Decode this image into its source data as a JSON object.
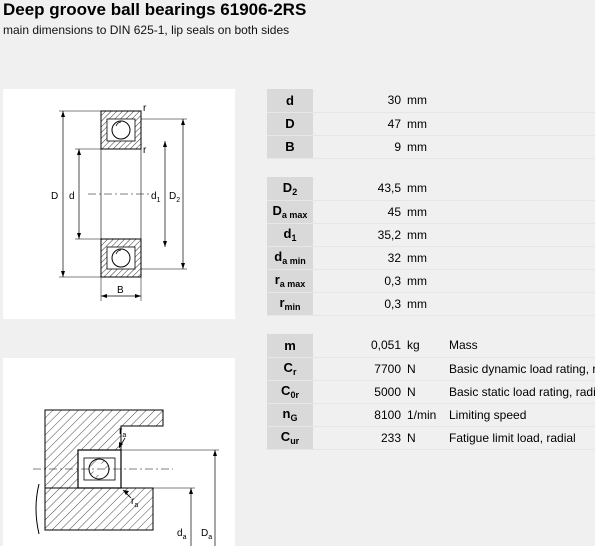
{
  "header": {
    "title": "Deep groove ball bearings 61906-2RS",
    "subtitle": "main dimensions to DIN 625-1, lip seals on both sides"
  },
  "drawing1": {
    "label_D": "D",
    "label_d": "d",
    "label_d1_base": "d",
    "label_d1_sub": "1",
    "label_D2_base": "D",
    "label_D2_sub": "2",
    "label_B": "B",
    "label_r_top": "r",
    "label_r_mid": "r"
  },
  "drawing2": {
    "label_ra_top_base": "r",
    "label_ra_top_sub": "a",
    "label_ra_bot_base": "r",
    "label_ra_bot_sub": "a",
    "label_da_base": "d",
    "label_da_sub": "a",
    "label_Da_base": "D",
    "label_Da_sub": "a"
  },
  "table_main": [
    {
      "sym": "d",
      "sub": "",
      "value": "30",
      "unit": "mm"
    },
    {
      "sym": "D",
      "sub": "",
      "value": "47",
      "unit": "mm"
    },
    {
      "sym": "B",
      "sub": "",
      "value": "9",
      "unit": "mm"
    }
  ],
  "table_mount": [
    {
      "sym": "D",
      "sub": "2",
      "value": "43,5",
      "unit": "mm"
    },
    {
      "sym": "D",
      "sub": "a max",
      "value": "45",
      "unit": "mm"
    },
    {
      "sym": "d",
      "sub": "1",
      "value": "35,2",
      "unit": "mm"
    },
    {
      "sym": "d",
      "sub": "a min",
      "value": "32",
      "unit": "mm"
    },
    {
      "sym": "r",
      "sub": "a max",
      "value": "0,3",
      "unit": "mm"
    },
    {
      "sym": "r",
      "sub": "min",
      "value": "0,3",
      "unit": "mm"
    }
  ],
  "table_load": [
    {
      "sym": "m",
      "sub": "",
      "value": "0,051",
      "unit": "kg",
      "desc": "Mass"
    },
    {
      "sym": "C",
      "sub": "r",
      "value": "7700",
      "unit": "N",
      "desc": "Basic dynamic load rating, radial"
    },
    {
      "sym": "C",
      "sub": "0r",
      "value": "5000",
      "unit": "N",
      "desc": "Basic static load rating, radial"
    },
    {
      "sym": "n",
      "sub": "G",
      "value": "8100",
      "unit": "1/min",
      "desc": "Limiting speed"
    },
    {
      "sym": "C",
      "sub": "ur",
      "value": "233",
      "unit": "N",
      "desc": "Fatigue limit load, radial"
    }
  ]
}
